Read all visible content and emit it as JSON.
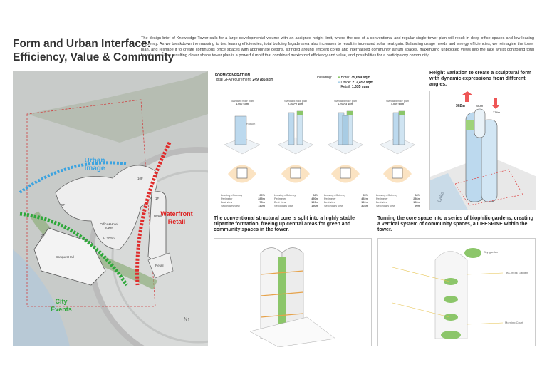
{
  "title": [
    "Form and Urban Interface:",
    "Efficiency, Value & Community"
  ],
  "intro": "The design brief of Knowledge Tower calls for a large developmental volume with an assigned height limit, where the use of a conventional and regular single tower plan will result in deep office spaces and low leasing efficiency. As we breakdown the massing to test leasing efficiencies, total building façade area also increases to result in increased solar heat gain. Balancing usage needs and energy efficiencies, we reimagine the tower plan, and reshape it to create continuous office spaces with appropriate depths, stringed around efficient cores and internalised community atrium spaces, maximizing unblocked views into the lake whilst controlling total façade area. The resulting clover shape tower plan is a powerful motif that combined maximized efficiency and value, and possibilities for a participatory community.",
  "map": {
    "labels": {
      "urban_image": "Urban Image",
      "waterfront_retail": "Waterfront Retail",
      "city_events": "City Events",
      "retail_1": "Retail",
      "retail_2": "Retail",
      "banquet": "Banquet Hall",
      "tower": "Office&Hotel Tower",
      "height": "H 302m",
      "floor_1f": "1F",
      "floor_5f": "5F",
      "floor_10f": "10F",
      "floor_2f": "2F"
    },
    "colors": {
      "urban": "#3ba3e0",
      "waterfront": "#e02b2b",
      "events": "#2ea83a"
    }
  },
  "form_generation": {
    "heading": "FORM GENERATION",
    "gfa_label": "Total GFA requirement:",
    "gfa_value": "249,786 sqm",
    "including_label": "including:",
    "breakdown": [
      {
        "label": "Hotel:",
        "value": "35,699 sqm",
        "color": "#8cc66a"
      },
      {
        "label": "Office:",
        "value": "212,452 sqm",
        "color": "#a8d0e8"
      },
      {
        "label": "Retail:",
        "value": "1,635 sqm",
        "color": ""
      }
    ],
    "options": [
      {
        "plan_label": "Standard floor plan",
        "plan_area": "4,900 sqm",
        "height_note": "H 302m",
        "stats": [
          [
            "Leasing efficiency",
            "65%"
          ],
          [
            "Perimeter",
            "285m"
          ],
          [
            "Best view",
            "75m"
          ],
          [
            "Secondary view",
            "140m"
          ]
        ]
      },
      {
        "plan_label": "Standard floor plan",
        "plan_area": "2,300*2 sqm",
        "height_note": "",
        "stats": [
          [
            "Leasing efficiency",
            "68%"
          ],
          [
            "Perimeter",
            "450m"
          ],
          [
            "Best view",
            "120m"
          ],
          [
            "Secondary view",
            "150m"
          ]
        ]
      },
      {
        "plan_label": "Standard floor plan",
        "plan_area": "1,700*3 sqm",
        "height_note": "",
        "stats": [
          [
            "Leasing efficiency",
            "85%"
          ],
          [
            "Perimeter",
            "452m"
          ],
          [
            "Best view",
            "122m"
          ],
          [
            "Secondary view",
            "304m"
          ]
        ]
      },
      {
        "plan_label": "Standard floor plan",
        "plan_area": "4,000 sqm",
        "height_note": "",
        "stats": [
          [
            "Leasing efficiency",
            "68%"
          ],
          [
            "Perimeter",
            "286m"
          ],
          [
            "Best view",
            "180m"
          ],
          [
            "Secondary view",
            "90m"
          ]
        ]
      }
    ]
  },
  "height_variation": {
    "caption": "Height Variation to create a sculptural form with dynamic expressions from different angles.",
    "h1": "302m",
    "h2": "280m",
    "h3": "274m",
    "lake": "Lake"
  },
  "core": {
    "caption": "The conventional structural core is split into a highly stable tripartite formation, freeing up central areas for green and community spaces in the tower."
  },
  "lifespine": {
    "caption": "Turning the core space into a series of biophilic gardens, creating a vertical system of community spaces, a LIFESPINE within the tower.",
    "labels": [
      "Sky garden",
      "Tea-break Garden",
      "Morning Court"
    ]
  }
}
